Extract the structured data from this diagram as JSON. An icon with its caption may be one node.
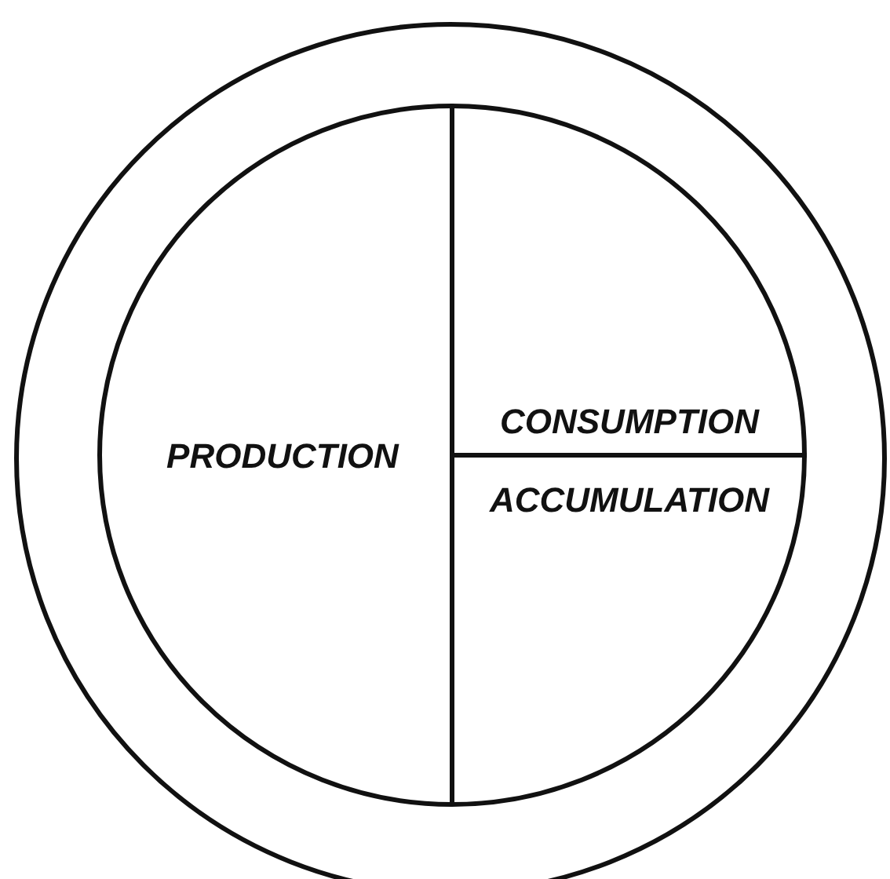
{
  "diagram": {
    "nodes": [
      {
        "text": [],
        "shape": "circle"
      },
      {
        "text": [],
        "shape": "circle",
        "in": 0
      },
      {
        "text": [
          "PRODUCTION"
        ],
        "in": 1
      },
      {
        "text": [
          "CONSUMPTION"
        ],
        "in": 1
      },
      {
        "text": [
          "ACCUMULATION"
        ],
        "in": 1
      }
    ]
  }
}
